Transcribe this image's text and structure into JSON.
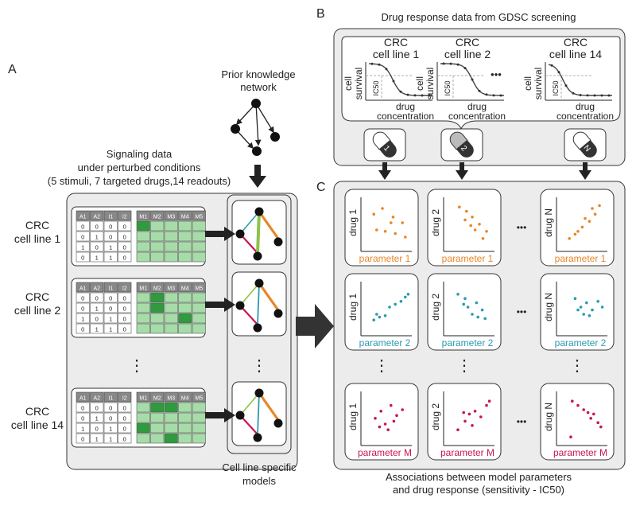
{
  "panels": {
    "a": {
      "letter": "A",
      "prior_network": [
        "Prior knowledge",
        "network"
      ],
      "signaling_title": [
        "Signaling data",
        "under perturbed conditions",
        "(5 stimuli, 7 targeted drugs,14 readouts)"
      ],
      "headers": [
        "A1",
        "A2",
        "I1",
        "I2",
        "M1",
        "M2",
        "M3",
        "M4",
        "M5"
      ],
      "rows": [
        [
          "0",
          "0",
          "0",
          "0"
        ],
        [
          "0",
          "1",
          "0",
          "0"
        ],
        [
          "1",
          "0",
          "1",
          "0"
        ],
        [
          "0",
          "1",
          "1",
          "0"
        ]
      ],
      "cell_lines": [
        {
          "line1": "CRC",
          "line2": "cell line 1"
        },
        {
          "line1": "CRC",
          "line2": "cell line 2"
        },
        {
          "line1": "CRC",
          "line2": "cell line 14"
        }
      ],
      "ellipsis": "⋮",
      "models_label": [
        "Cell line specific",
        "models"
      ]
    },
    "b": {
      "letter": "B",
      "title": "Drug response data from GDSC screening",
      "curves": [
        {
          "l1": "CRC",
          "l2": "cell line 1"
        },
        {
          "l1": "CRC",
          "l2": "cell line 2"
        },
        {
          "l1": "CRC",
          "l2": "cell line 14"
        }
      ],
      "ylabel": [
        "cell",
        "survival"
      ],
      "xlabel": [
        "drug",
        "concentration"
      ],
      "ic50": "IC50",
      "dots": "•••",
      "pills": [
        "1",
        "2",
        "N"
      ]
    },
    "c": {
      "letter": "C",
      "drug_labels": [
        "drug 1",
        "drug 2",
        "drug N"
      ],
      "params": [
        {
          "label": "parameter 1",
          "color": "#e8862a"
        },
        {
          "label": "parameter 2",
          "color": "#2a9bb0"
        },
        {
          "label": "parameter M",
          "color": "#c8174f"
        }
      ],
      "dots_h": "•••",
      "dots_v": "⋮",
      "footer": [
        "Associations between model parameters",
        "and drug response (sensitivity - IC50)"
      ]
    }
  },
  "colors": {
    "orange": "#e8862a",
    "teal": "#2a9bb0",
    "crimson": "#c8174f",
    "panel_bg": "#ececec",
    "green_dark": "#2f9a3e",
    "green_light": "#a6dca8"
  }
}
